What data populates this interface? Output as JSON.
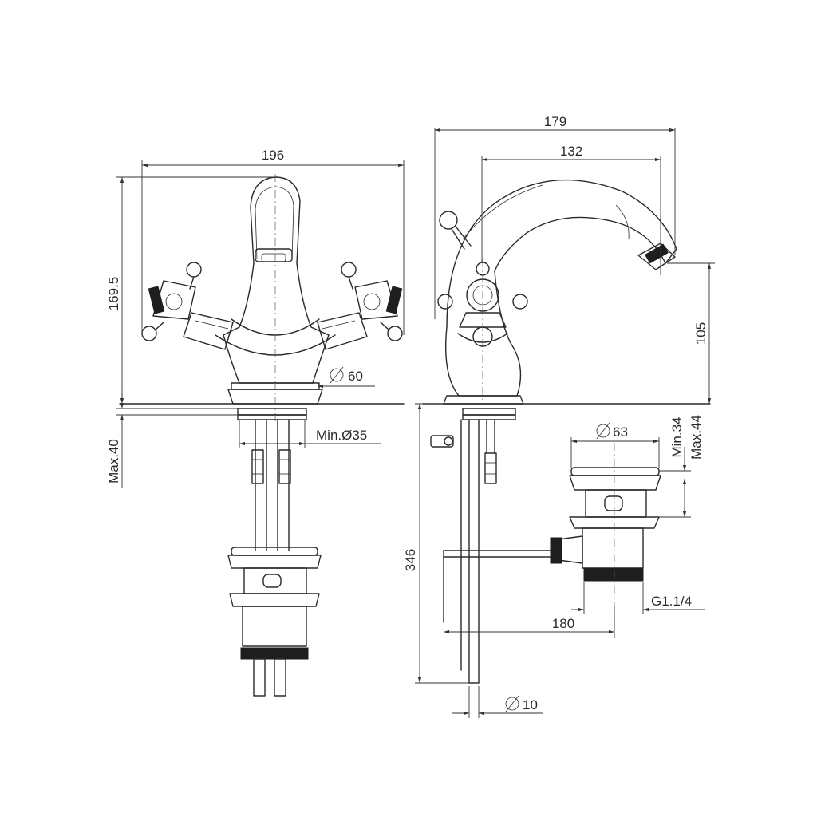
{
  "colors": {
    "line": "#2a2a2a",
    "background": "#ffffff"
  },
  "front_view": {
    "width_label": "196",
    "height_label": "169.5",
    "base_diameter_label": "60",
    "hole_label": "Min.Ø35",
    "deck_label": "Max.40"
  },
  "side_view": {
    "depth_label": "179",
    "reach_label": "132",
    "spout_height_label": "105",
    "tail_length_label": "346",
    "tail_diameter_label": "10",
    "rod_length_label": "180"
  },
  "waste": {
    "flange_diameter_label": "63",
    "min_label": "Min.34",
    "max_label": "Max.44",
    "thread_label": "G1.1/4"
  }
}
